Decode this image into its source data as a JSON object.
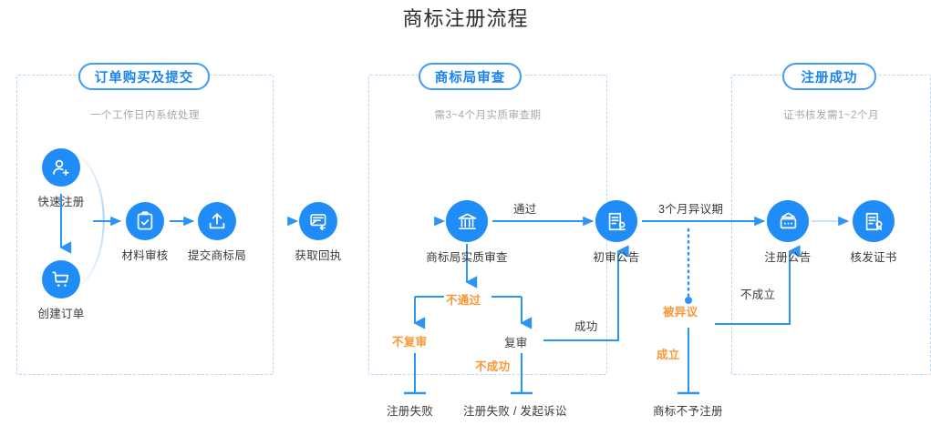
{
  "title": "商标注册流程",
  "colors": {
    "primary_blue": "#1f8cf8",
    "line_blue": "#2b95f7",
    "accent_orange": "#fb9632",
    "panel_dash": "#b9d6f7",
    "text_dark": "#3a3a3a",
    "text_muted": "#a9a9a9"
  },
  "phases": [
    {
      "badge": "订单购买及提交",
      "subtitle": "一个工作日内系统处理"
    },
    {
      "badge": "商标局审查",
      "subtitle": "需3~4个月实质审查期"
    },
    {
      "badge": "注册成功",
      "subtitle": "证书核发需1~2个月"
    }
  ],
  "nodes": [
    {
      "id": "n1",
      "label": "快速注册",
      "icon": "user-plus-icon"
    },
    {
      "id": "n2",
      "label": "创建订单",
      "icon": "shopping-cart-icon"
    },
    {
      "id": "n3",
      "label": "材料审核",
      "icon": "clipboard-check-icon"
    },
    {
      "id": "n4",
      "label": "提交商标局",
      "icon": "upload-icon"
    },
    {
      "id": "n5",
      "label": "获取回执",
      "icon": "receipt-mail-icon"
    },
    {
      "id": "n6",
      "label": "商标局实质审查",
      "icon": "institution-icon"
    },
    {
      "id": "n7",
      "label": "初审公告",
      "icon": "document-seal-icon"
    },
    {
      "id": "n8",
      "label": "注册公告",
      "icon": "billboard-icon"
    },
    {
      "id": "n9",
      "label": "核发证书",
      "icon": "certificate-icon"
    }
  ],
  "edge_labels": {
    "pass": "通过",
    "not_pass": "不通过",
    "no_review": "不复审",
    "review": "复审",
    "review_fail": "不成功",
    "review_success": "成功",
    "opposition_period": "3个月异议期",
    "opposed": "被异议",
    "opposition_invalid": "不成立",
    "opposition_valid": "成立"
  },
  "terminals": [
    {
      "id": "t1",
      "label": "注册失败"
    },
    {
      "id": "t2",
      "label": "注册失败 / 发起诉讼"
    },
    {
      "id": "t3",
      "label": "商标不予注册"
    }
  ]
}
